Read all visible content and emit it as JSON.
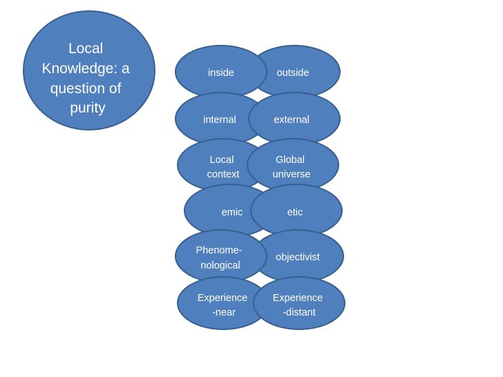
{
  "slide": {
    "title_lines": [
      "Local",
      "Knowledge: a",
      "question of",
      "purity"
    ],
    "colors": {
      "fill": "#4f7fbc",
      "stroke": "#375f90",
      "text": "#ffffff",
      "background": "#ffffff"
    },
    "pairs": [
      {
        "left": [
          "inside"
        ],
        "right": [
          "outside"
        ]
      },
      {
        "left": [
          "internal"
        ],
        "right": [
          "external"
        ]
      },
      {
        "left": [
          "Local",
          "context"
        ],
        "right": [
          "Global",
          "universe"
        ]
      },
      {
        "left": [
          "emic"
        ],
        "right": [
          "etic"
        ]
      },
      {
        "left": [
          "Phenome-",
          "nological"
        ],
        "right": [
          "objectivist"
        ]
      },
      {
        "left": [
          "Experience",
          "-near"
        ],
        "right": [
          "Experience",
          "-distant"
        ]
      }
    ]
  }
}
